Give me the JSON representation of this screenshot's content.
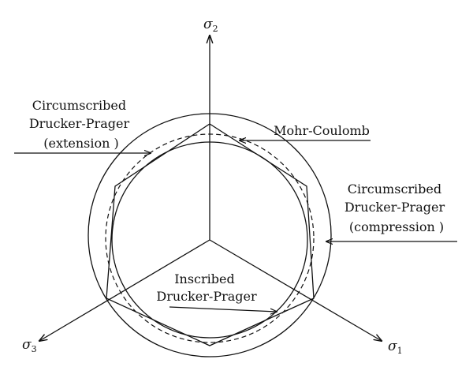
{
  "axes": {
    "sigma2": {
      "symbol": "σ",
      "sub": "2"
    },
    "sigma1": {
      "symbol": "σ",
      "sub": "1"
    },
    "sigma3": {
      "symbol": "σ",
      "sub": "3"
    }
  },
  "labels": {
    "circ_ext": [
      "Circumscribed",
      "Drucker-Prager",
      "(extension )"
    ],
    "mohr": "Mohr-Coulomb",
    "circ_comp": [
      "Circumscribed",
      "Drucker-Prager",
      "(compression )"
    ],
    "inscribed": [
      "Inscribed",
      "Drucker-Prager"
    ]
  }
}
